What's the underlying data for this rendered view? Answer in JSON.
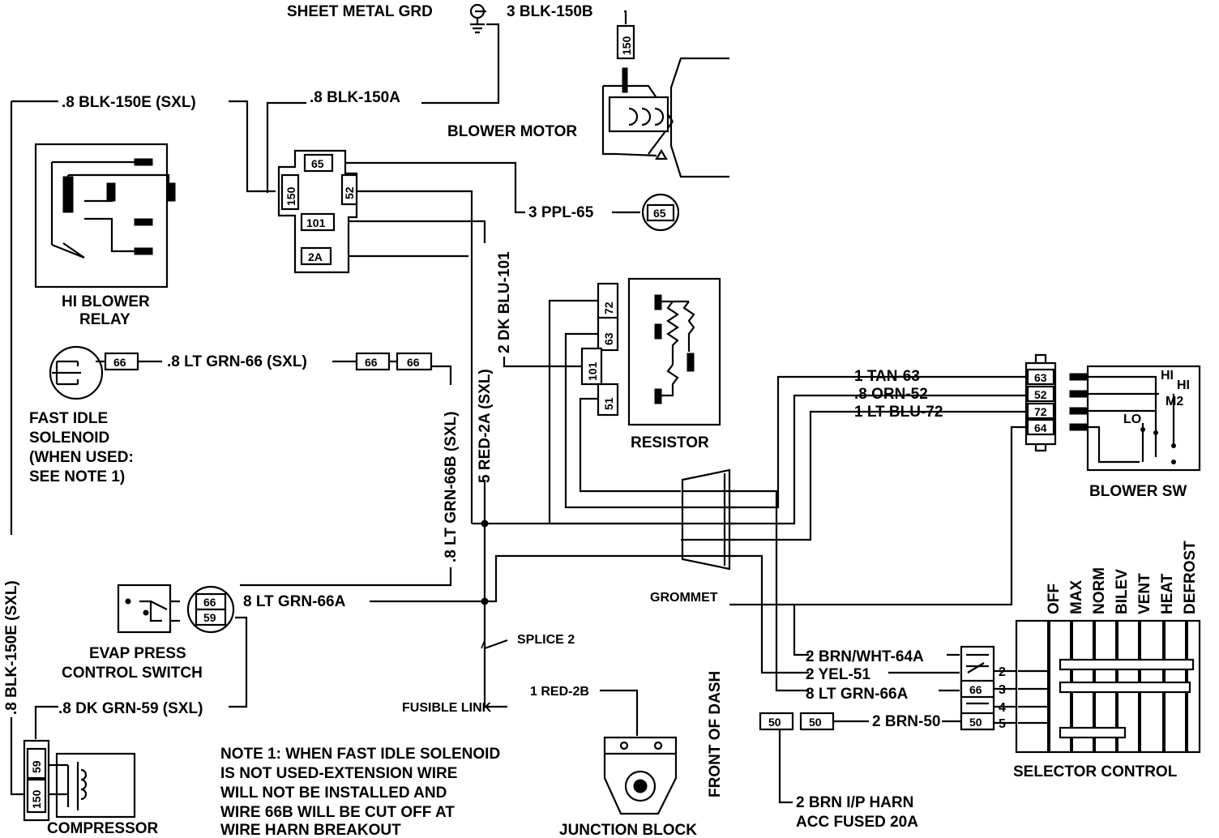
{
  "labels": {
    "sheet_metal_grd": "SHEET METAL GRD",
    "blk_150b": "3 BLK-150B",
    "blk_150e_top": ".8 BLK-150E (SXL)",
    "blk_150a": ".8 BLK-150A",
    "blower_motor": "BLOWER MOTOR",
    "ppl_65": "3 PPL-65",
    "hi_blower_relay_1": "HI BLOWER",
    "hi_blower_relay_2": "RELAY",
    "lt_grn_66": ".8 LT GRN-66 (SXL)",
    "fast_idle_1": "FAST IDLE",
    "fast_idle_2": "SOLENOID",
    "fast_idle_3": "(WHEN USED:",
    "fast_idle_4": "SEE NOTE 1)",
    "dk_blu_101": "2 DK BLU-101",
    "red_2a": "5 RED-2A (SXL)",
    "lt_grn_66b": ".8 LT GRN-66B (SXL)",
    "resistor": "RESISTOR",
    "tan_63": "1 TAN-63",
    "orn_52": ".8 ORN-52",
    "lt_blu_72": "1 LT BLU-72",
    "blower_sw": "BLOWER SW",
    "sw_hi_a": "HI",
    "sw_hi_b": "HI",
    "sw_m2": "M2",
    "sw_lo": "LO",
    "blk_150e_side": ".8 BLK-150E (SXL)",
    "lt_grn_66a": "8 LT GRN-66A",
    "grommet": "GROMMET",
    "evap_1": "EVAP PRESS",
    "evap_2": "CONTROL SWITCH",
    "splice_2": "SPLICE 2",
    "dk_grn_59": ".8 DK GRN-59 (SXL)",
    "fusible_link": "FUSIBLE LINK",
    "red_2b": "1 RED-2B",
    "front_of_dash": "FRONT OF DASH",
    "brn_wht_64a": "2 BRN/WHT-64A",
    "yel_51": "2 YEL-51",
    "lt_grn_66a_2": "8 LT GRN-66A",
    "brn_50": "2 BRN-50",
    "brn_ip_1": "2 BRN I/P HARN",
    "brn_ip_2": "ACC FUSED 20A",
    "selector_control": "SELECTOR CONTROL",
    "compressor": "COMPRESSOR",
    "junction_block": "JUNCTION BLOCK",
    "note_1": "NOTE 1: WHEN FAST IDLE SOLENOID",
    "note_2": "IS NOT USED-EXTENSION WIRE",
    "note_3": "WILL NOT BE INSTALLED AND",
    "note_4": "WIRE 66B WILL BE CUT OFF AT",
    "note_5": "WIRE HARN BREAKOUT"
  },
  "modes": [
    "OFF",
    "MAX",
    "NORM",
    "BILEV",
    "VENT",
    "HEAT",
    "DEFROST"
  ],
  "selector_pins": [
    "2",
    "3",
    "4",
    "5"
  ],
  "pins": {
    "p150_motor": "150",
    "p65_relay": "65",
    "p150_relay": "150",
    "p52_relay": "52",
    "p101_relay": "101",
    "p2a_relay": "2A",
    "p65_circle": "65",
    "p66_sol": "66",
    "p66_conn_a": "66",
    "p66_conn_b": "66",
    "p72_res": "72",
    "p63_res": "63",
    "p101_res": "101",
    "p51_res": "51",
    "p63_sw": "63",
    "p52_sw": "52",
    "p72_sw": "72",
    "p64_sw": "64",
    "p66_evap": "66",
    "p59_evap": "59",
    "p59_comp": "59",
    "p150_comp": "150",
    "p66_sel": "66",
    "p50_sel": "50",
    "p50_conn_a": "50",
    "p50_conn_b": "50"
  }
}
